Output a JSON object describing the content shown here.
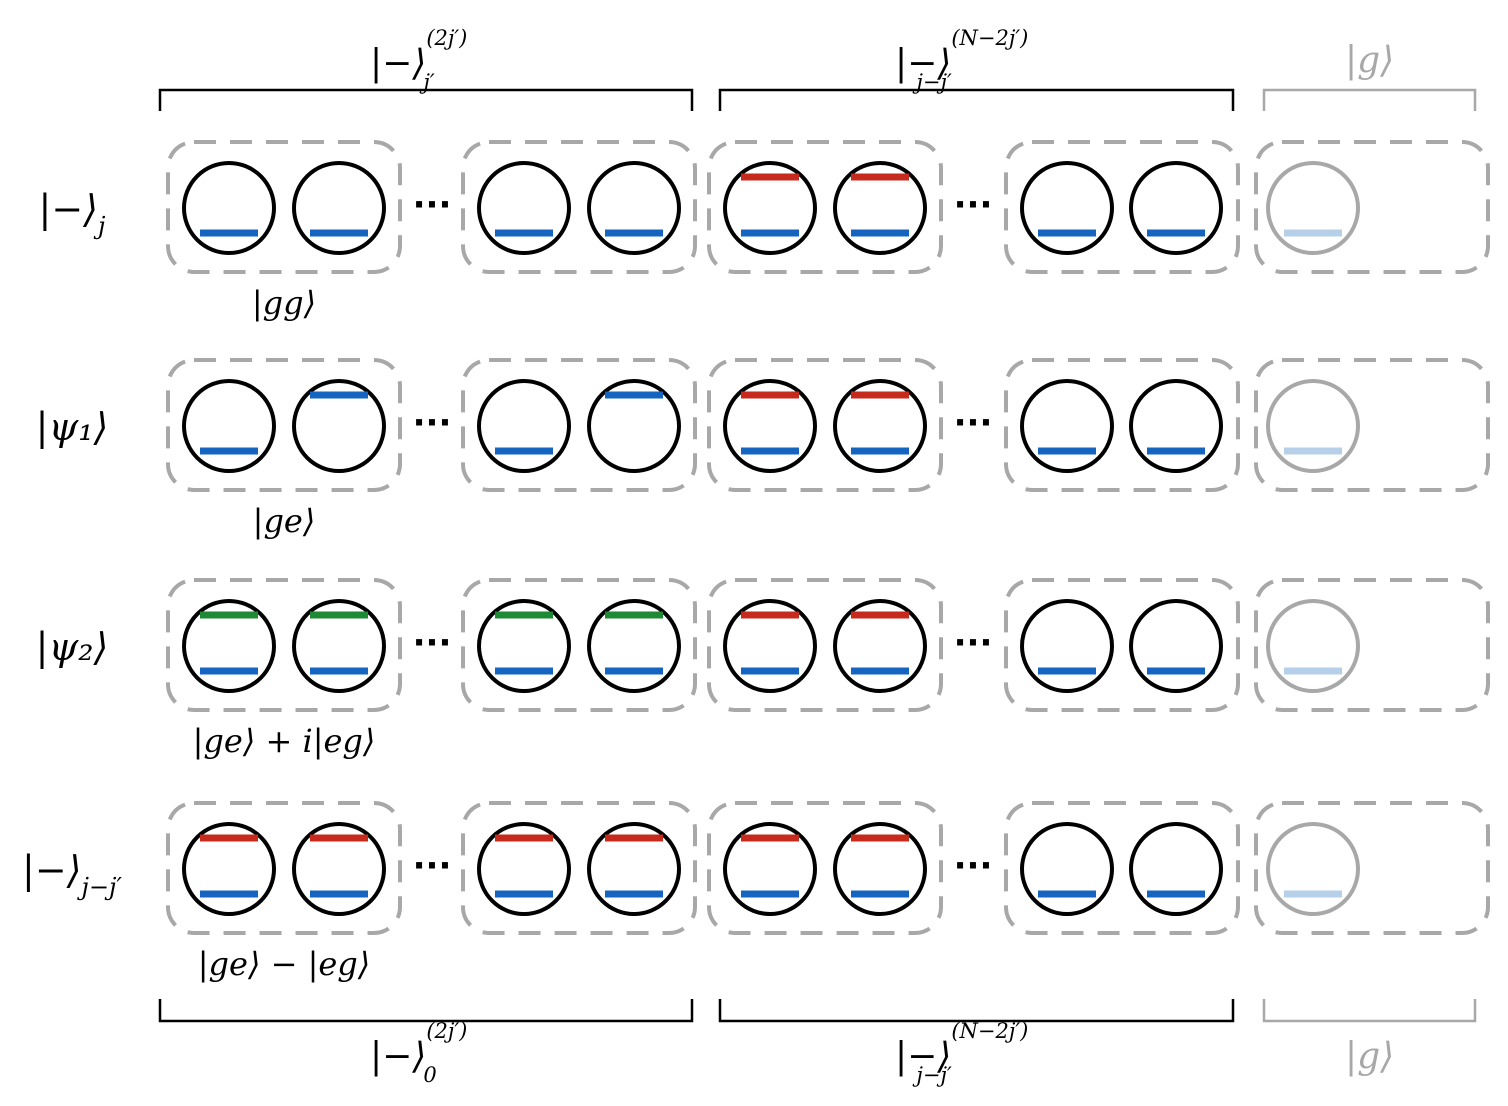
{
  "colors": {
    "ground": "#1565c0",
    "ground_faded": "#b6d0ea",
    "excited_red": "#c62a1c",
    "excited_green": "#1f8a35",
    "qubit": "#000000",
    "ancilla": "#a8a8a8",
    "box_dash": "#a8a8a8",
    "gray_text": "#a8a8a8"
  },
  "top_brackets": {
    "left": {
      "base": "|−⟩",
      "sub": "j′",
      "sup": "(2j′)"
    },
    "middle": {
      "base": "|−⟩",
      "sub": "j−j′",
      "sup": "(N−2j′)"
    },
    "right": {
      "base": "|g⟩"
    }
  },
  "bottom_brackets": {
    "left": {
      "base": "|−⟩",
      "sub": "0",
      "sup": "(2j′)"
    },
    "middle": {
      "base": "|−⟩",
      "sub": "j−j′",
      "sup": "(N−2j′)"
    },
    "right": {
      "base": "|g⟩"
    }
  },
  "ellipsis": "···",
  "rows": [
    {
      "label": {
        "base": "|−⟩",
        "sub": "j"
      },
      "pair_label": "|gg⟩",
      "levels": [
        [
          "g"
        ],
        [
          "g"
        ],
        [
          "g"
        ],
        [
          "g"
        ],
        [
          "r",
          "g"
        ],
        [
          "r",
          "g"
        ],
        [
          "g"
        ],
        [
          "g"
        ],
        [
          "gf"
        ]
      ]
    },
    {
      "label": {
        "base": "|ψ₁⟩"
      },
      "pair_label": "|ge⟩",
      "levels": [
        [
          "g"
        ],
        [
          "gt"
        ],
        [
          "g"
        ],
        [
          "gt"
        ],
        [
          "r",
          "g"
        ],
        [
          "r",
          "g"
        ],
        [
          "g"
        ],
        [
          "g"
        ],
        [
          "gf"
        ]
      ]
    },
    {
      "label": {
        "base": "|ψ₂⟩"
      },
      "pair_label": "|ge⟩ + i|eg⟩",
      "levels": [
        [
          "e",
          "g"
        ],
        [
          "e",
          "g"
        ],
        [
          "e",
          "g"
        ],
        [
          "e",
          "g"
        ],
        [
          "r",
          "g"
        ],
        [
          "r",
          "g"
        ],
        [
          "g"
        ],
        [
          "g"
        ],
        [
          "gf"
        ]
      ]
    },
    {
      "label": {
        "base": "|−⟩",
        "sub": "j−j′"
      },
      "pair_label": "|ge⟩ − |eg⟩",
      "levels": [
        [
          "r",
          "g"
        ],
        [
          "r",
          "g"
        ],
        [
          "r",
          "g"
        ],
        [
          "r",
          "g"
        ],
        [
          "r",
          "g"
        ],
        [
          "r",
          "g"
        ],
        [
          "g"
        ],
        [
          "g"
        ],
        [
          "gf"
        ]
      ]
    }
  ]
}
